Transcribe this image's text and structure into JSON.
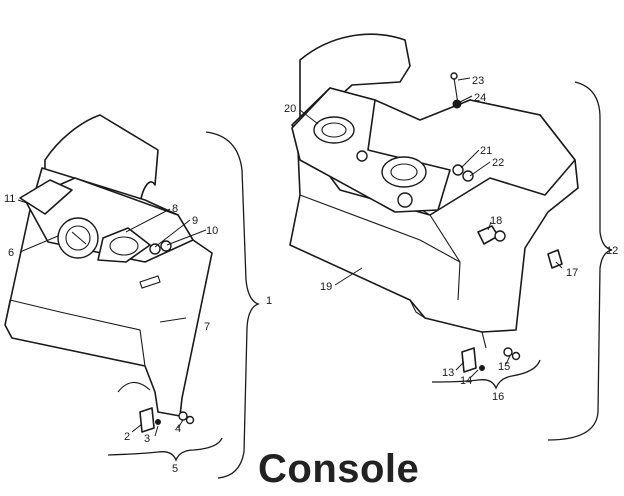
{
  "caption": "Console",
  "callouts": [
    "1",
    "2",
    "3",
    "4",
    "5",
    "6",
    "7",
    "8",
    "9",
    "10",
    "11",
    "12",
    "13",
    "14",
    "15",
    "16",
    "17",
    "18",
    "19",
    "20",
    "21",
    "22",
    "23",
    "24"
  ]
}
